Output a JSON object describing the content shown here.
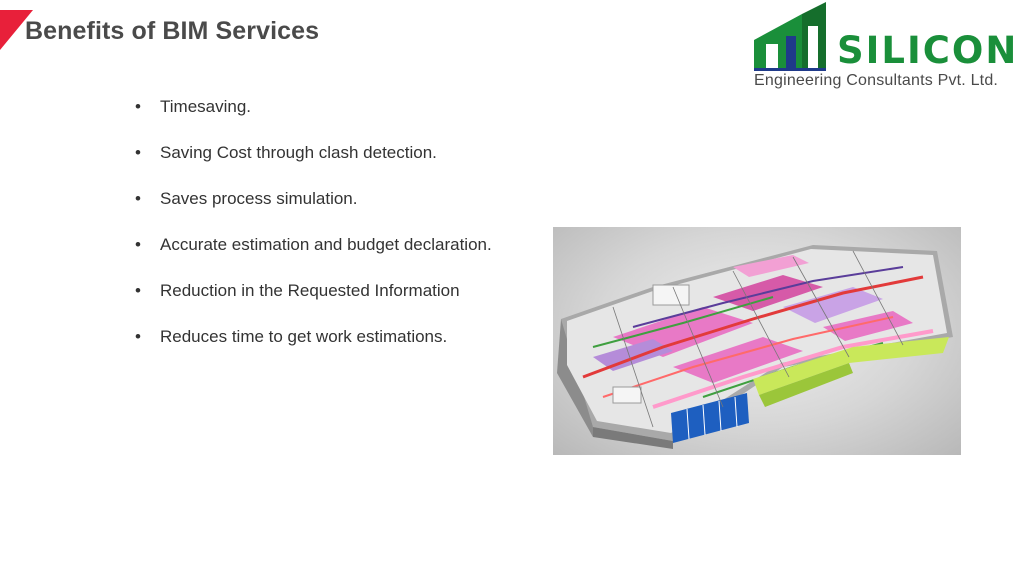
{
  "slide": {
    "title": "Benefits of BIM Services"
  },
  "logo": {
    "company": "SILICON",
    "tagline": "Engineering Consultants Pvt. Ltd."
  },
  "bullets": [
    "Timesaving.",
    "Saving Cost through clash detection.",
    "Saves process simulation.",
    "Accurate estimation and budget declaration.",
    "Reduction in the Requested Information",
    "Reduces time to get work estimations."
  ],
  "bullet_marker": "•",
  "image": {
    "subject": "3D BIM building model with MEP services"
  },
  "colors": {
    "accent": "#e8203a",
    "title": "#4a4a4a",
    "logo_green": "#1a8f3a",
    "logo_blue": "#1f3a8a"
  }
}
